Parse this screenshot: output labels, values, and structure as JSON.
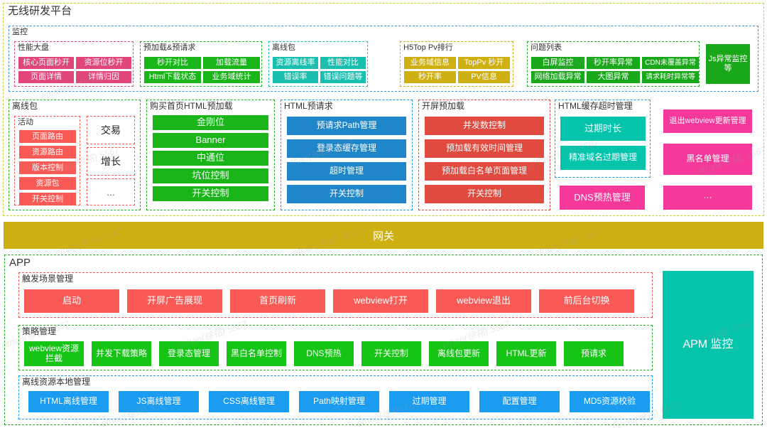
{
  "root": {
    "title": "无线研发平台"
  },
  "monitor": {
    "label": "监控",
    "groups": [
      {
        "label": "性能大盘",
        "color": "pink",
        "items": [
          "核心页面秒开",
          "资源位秒开",
          "页面详情",
          "详情归因"
        ]
      },
      {
        "label": "预加载&预请求",
        "color": "green",
        "items": [
          "秒开对比",
          "加载流量",
          "Html下载状态",
          "业务域统计"
        ]
      },
      {
        "label": "离线包",
        "color": "teal",
        "items": [
          "资源离线率",
          "性能对比",
          "错误率",
          "错误问题等"
        ]
      },
      {
        "label": "H5Top Pv排行",
        "color": "gold",
        "items": [
          "业务域信息",
          "TopPv 秒开",
          "秒开率",
          "PV信息"
        ]
      },
      {
        "label": "问题列表",
        "color": "dgreen",
        "items": [
          "白屏监控",
          "秒开率异常",
          "CDN未覆盖异常",
          "网络加载异常",
          "大图异常",
          "请求耗时异常等"
        ]
      }
    ],
    "standalone": {
      "label": "Js异常监控等",
      "color": "dgreen"
    }
  },
  "platform": {
    "offline_pkg": {
      "label": "离线包",
      "activity": {
        "label": "活动",
        "items": [
          "页面路由",
          "资源路由",
          "版本控制",
          "资源包",
          "开关控制"
        ]
      },
      "sides": [
        "交易",
        "增长",
        "..."
      ]
    },
    "home_preload": {
      "label": "购买首页HTML预加载",
      "items": [
        "金刚位",
        "Banner",
        "中通位",
        "坑位控制",
        "开关控制"
      ]
    },
    "html_prerequest": {
      "label": "HTML预请求",
      "items": [
        "预请求Path管理",
        "登录态缓存管理",
        "超时管理",
        "开关控制"
      ]
    },
    "splash_preload": {
      "label": "开屏预加载",
      "items": [
        "并发数控制",
        "预加载有效时间管理",
        "预加载白名单页面管理",
        "开关控制"
      ]
    },
    "html_cache": {
      "label": "HTML缓存超时管理",
      "items": [
        "过期时长",
        "精准域名过期管理"
      ],
      "extra": [
        "DNS预热管理"
      ]
    },
    "misc": [
      "退出webview更新管理",
      "黑名单管理",
      "···"
    ]
  },
  "gateway": {
    "label": "网关"
  },
  "app": {
    "label": "APP",
    "trigger": {
      "label": "触发场景管理",
      "items": [
        "启动",
        "开屏广告展现",
        "首页刷新",
        "webview打开",
        "webview退出",
        "前后台切换"
      ]
    },
    "strategy": {
      "label": "策略管理",
      "items": [
        "webview资源拦截",
        "并发下载策略",
        "登录态管理",
        "黑白名单控制",
        "DNS预热",
        "开关控制",
        "离线包更新",
        "HTML更新",
        "预请求"
      ]
    },
    "local_resource": {
      "label": "离线资源本地管理",
      "items": [
        "HTML离线管理",
        "JS离线管理",
        "CSS离线管理",
        "Path映射管理",
        "过期管理",
        "配置管理",
        "MD5资源校验"
      ]
    },
    "apm": {
      "label": "APM 监控"
    }
  },
  "watermark": {
    "text": "ethan(徐铭) 5567"
  }
}
